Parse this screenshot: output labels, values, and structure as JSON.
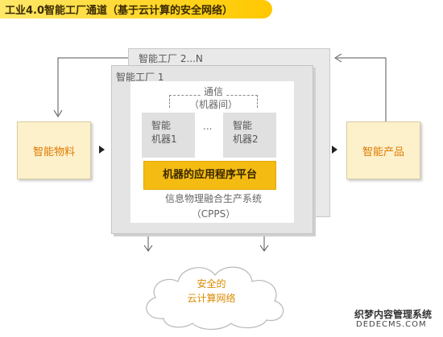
{
  "header": {
    "title": "工业4.0智能工厂通道（基于云计算的安全网络）"
  },
  "factory": {
    "back_label": "智能工厂 2...N",
    "front_label": "智能工厂 1",
    "comm_label_line1": "通信",
    "comm_label_line2": "（机器间）",
    "machine1_line1": "智能",
    "machine1_line2": "机器1",
    "ellipsis": "...",
    "machine2_line1": "智能",
    "machine2_line2": "机器2",
    "platform": "机器的应用程序平台",
    "cpps_line1": "信息物理融合生产系统",
    "cpps_line2": "（CPPS）"
  },
  "left_box": {
    "label": "智能物料"
  },
  "right_box": {
    "label": "智能产品"
  },
  "cloud": {
    "line1": "安全的",
    "line2": "云计算网络"
  },
  "watermark": {
    "line1": "织梦内容管理系统",
    "line2": "DEDECMS.COM"
  },
  "colors": {
    "banner": "#ffd21a",
    "platform": "#f4bc12",
    "side_box_fill": "#fdf1cc",
    "orange_text": "#e07a00",
    "cloud_text": "#d98a00"
  }
}
